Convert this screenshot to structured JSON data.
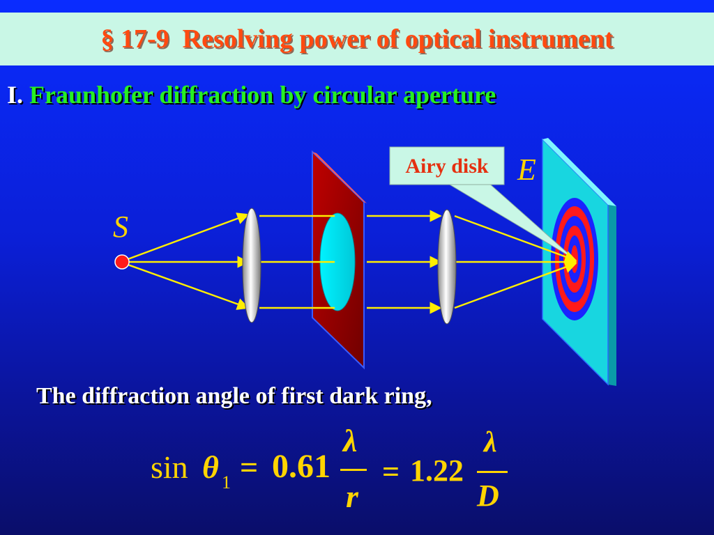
{
  "slide": {
    "title": "§ 17-9  Resolving power of optical instrument",
    "heading_number": "I.",
    "heading_text": "Fraunhofer diffraction by circular aperture",
    "caption": "The diffraction angle of first dark ring,"
  },
  "diagram": {
    "source_label": "S",
    "screen_label": "E",
    "callout_label": "Airy disk",
    "colors": {
      "background": "#0a2cff",
      "title_band": "#c9f7e6",
      "title_text": "#ff4a10",
      "heading_text": "#27ef23",
      "rays": "#ffee00",
      "aperture_plate": "#b00000",
      "aperture_hole": "#00e5f0",
      "screen": "#18d6e0",
      "ring_blue": "#1a23ff",
      "ring_red": "#ff1a1a",
      "source_dot": "#ff1a1a"
    }
  },
  "equation": {
    "sin": "sin",
    "theta": "θ",
    "subscript": "1",
    "equals": "=",
    "coef1": "0.61",
    "lambda": "λ",
    "denom1": "r",
    "coef2": "1.22",
    "denom2": "D"
  }
}
